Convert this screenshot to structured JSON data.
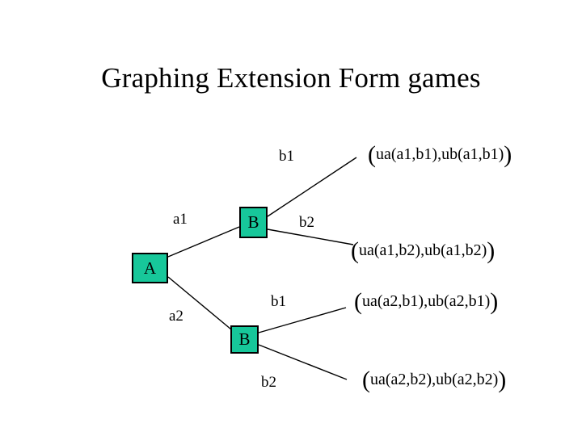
{
  "slide": {
    "title": "Graphing Extension Form games",
    "background_color": "#ffffff",
    "node_fill_color": "#17C79A",
    "node_border_color": "#000000",
    "edge_color": "#000000"
  },
  "tree": {
    "nodes": [
      {
        "id": "root",
        "label": "A",
        "player": "A"
      },
      {
        "id": "b-upper",
        "label": "B",
        "player": "B"
      },
      {
        "id": "b-lower",
        "label": "B",
        "player": "B"
      }
    ],
    "edge_labels": {
      "a1": "a1",
      "a2": "a2",
      "b1_upper": "b1",
      "b2_upper": "b2",
      "b1_lower": "b1",
      "b2_lower": "b2"
    },
    "payoffs": [
      {
        "open": "(",
        "body": "ua(a1,b1),ub(a1,b1)",
        "close": ")"
      },
      {
        "open": "(",
        "body": "ua(a1,b2),ub(a1,b2)",
        "close": ")"
      },
      {
        "open": "(",
        "body": "ua(a2,b1),ub(a2,b1)",
        "close": ")"
      },
      {
        "open": "(",
        "body": "ua(a2,b2),ub(a2,b2)",
        "close": ")"
      }
    ]
  }
}
